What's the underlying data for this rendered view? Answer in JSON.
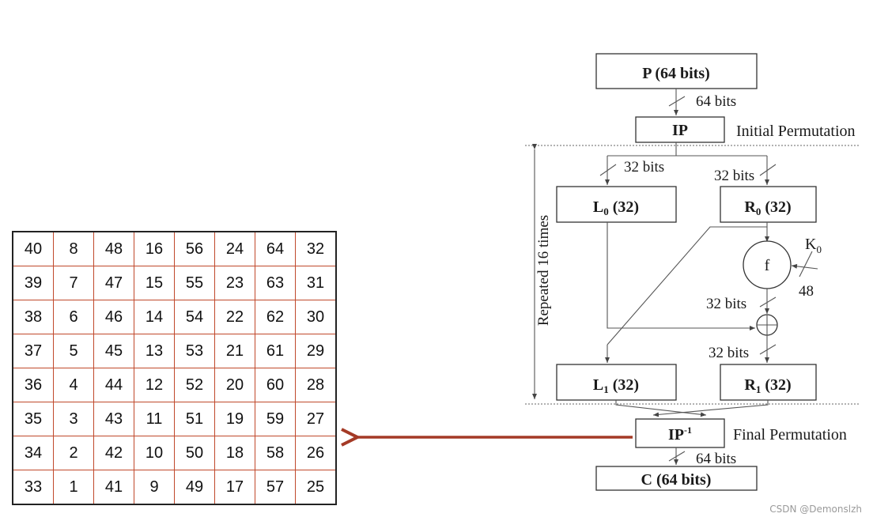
{
  "table": {
    "rows": [
      [
        "40",
        "8",
        "48",
        "16",
        "56",
        "24",
        "64",
        "32"
      ],
      [
        "39",
        "7",
        "47",
        "15",
        "55",
        "23",
        "63",
        "31"
      ],
      [
        "38",
        "6",
        "46",
        "14",
        "54",
        "22",
        "62",
        "30"
      ],
      [
        "37",
        "5",
        "45",
        "13",
        "53",
        "21",
        "61",
        "29"
      ],
      [
        "36",
        "4",
        "44",
        "12",
        "52",
        "20",
        "60",
        "28"
      ],
      [
        "35",
        "3",
        "43",
        "11",
        "51",
        "19",
        "59",
        "27"
      ],
      [
        "34",
        "2",
        "42",
        "10",
        "50",
        "18",
        "58",
        "26"
      ],
      [
        "33",
        "1",
        "41",
        "9",
        "49",
        "17",
        "57",
        "25"
      ]
    ]
  },
  "diagram": {
    "plaintext": "P (64 bits)",
    "bits64_top": "64 bits",
    "ip": "IP",
    "ip_caption": "Initial Permutation",
    "bits32_left": "32 bits",
    "bits32_right": "32 bits",
    "l0_sym": "L",
    "l0_sub": "0",
    "l0_rest": " (32)",
    "r0_sym": "R",
    "r0_sub": "0",
    "r0_rest": " (32)",
    "func": "f",
    "key_sym": "K",
    "key_sub": "0",
    "key_bits": "48",
    "bits32_f": "32 bits",
    "bits32_xor": "32 bits",
    "repeat": "Repeated 16 times",
    "l1_sym": "L",
    "l1_sub": "1",
    "l1_rest": " (32)",
    "r1_sym": "R",
    "r1_sub": "1",
    "r1_rest": " (32)",
    "ipinv_sym": "IP",
    "ipinv_sup": "-1",
    "ipinv_caption": "Final Permutation",
    "bits64_bottom": "64 bits",
    "ciphertext": "C (64 bits)"
  },
  "colors": {
    "arrow": "#a43a26",
    "grid": "#c0492c"
  },
  "watermark": "CSDN @Demonslzh"
}
